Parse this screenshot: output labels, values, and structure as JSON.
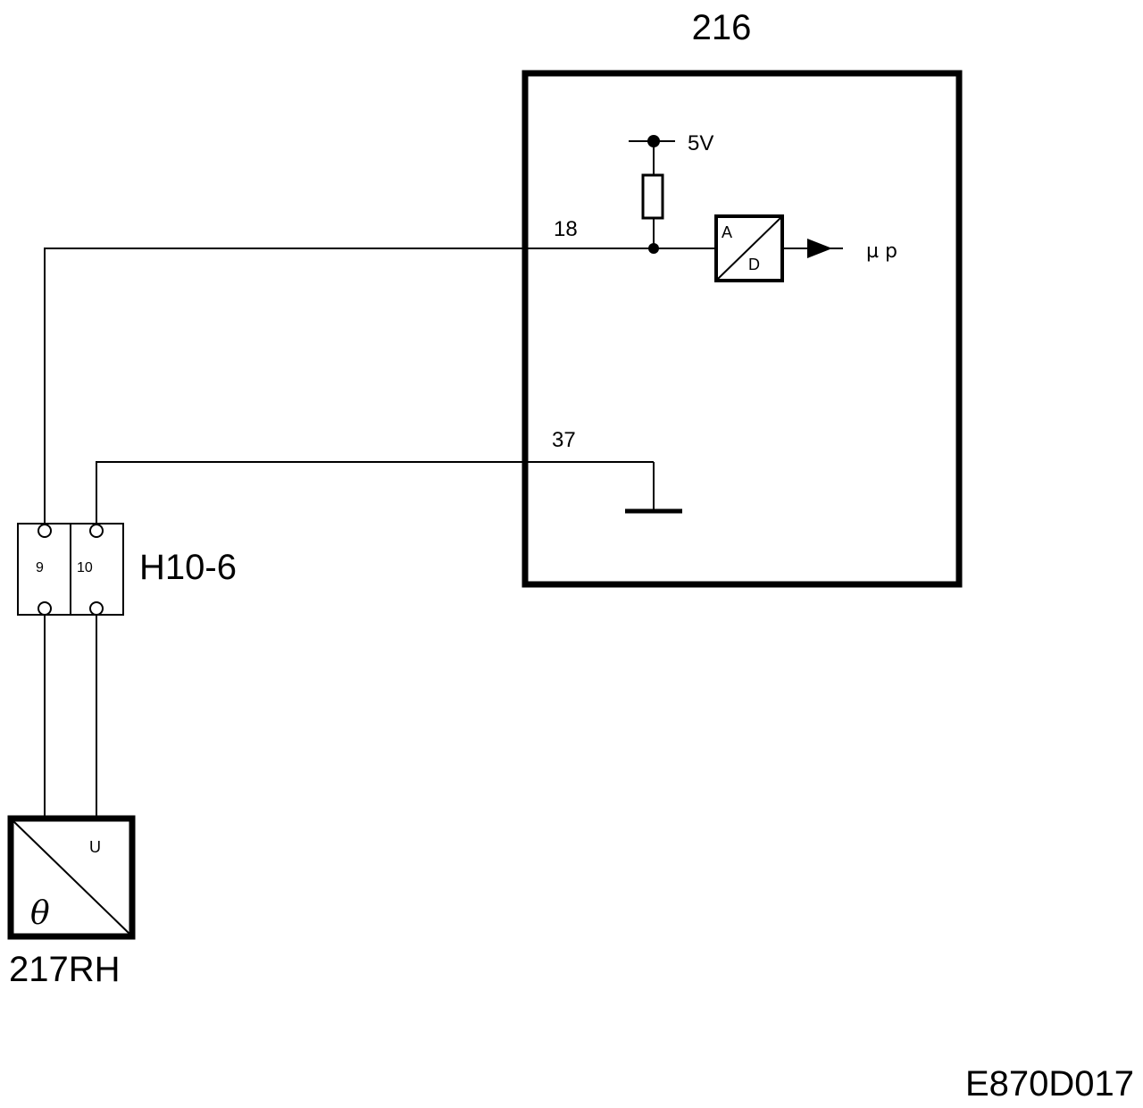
{
  "ecu": {
    "label": "216",
    "supply_label": "5V",
    "pin_signal": "18",
    "pin_ground": "37",
    "converter": {
      "in_label": "A",
      "out_label": "D"
    },
    "output_label": "µ p"
  },
  "connector": {
    "label": "H10-6",
    "pins": [
      "9",
      "10"
    ]
  },
  "sensor": {
    "label": "217RH",
    "corner_label": "U",
    "symbol": "θ"
  },
  "figure_code": "E870D017"
}
